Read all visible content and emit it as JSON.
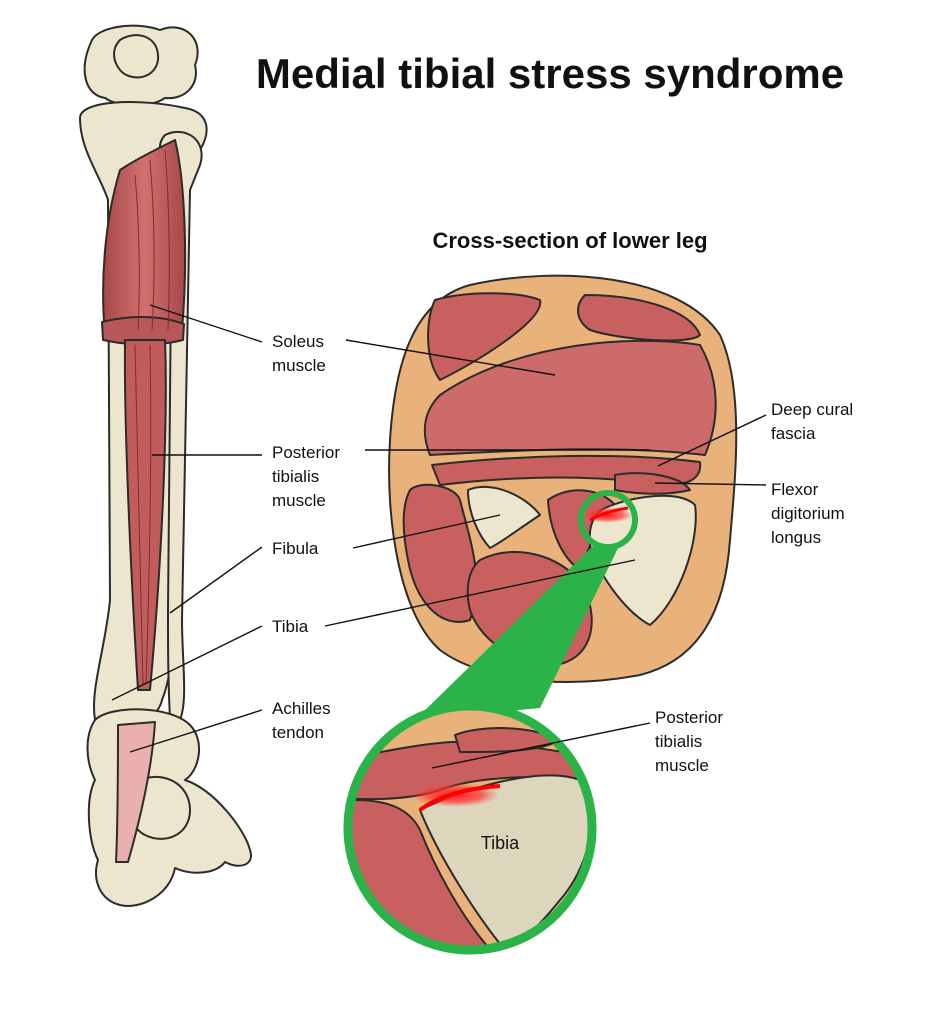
{
  "title": "Medial tibial stress syndrome",
  "subtitle": "Cross-section of lower leg",
  "labels": {
    "soleus": [
      "Soleus",
      "muscle"
    ],
    "posterior_tibialis": [
      "Posterior",
      "tibialis",
      "muscle"
    ],
    "fibula": "Fibula",
    "tibia": "Tibia",
    "achilles": [
      "Achilles",
      "tendon"
    ],
    "deep_cural_fascia": [
      "Deep cural",
      "fascia"
    ],
    "flexor_digitorum": [
      "Flexor",
      "digitorium",
      "longus"
    ],
    "zoom_posterior_tibialis": [
      "Posterior",
      "tibialis",
      "muscle"
    ],
    "zoom_tibia": "Tibia"
  },
  "colors": {
    "bone": "#ece6cf",
    "muscle": "#c96060",
    "fat": "#e8b27a",
    "highlight": "#2bb34a",
    "inflammation": "#ff1a1a"
  }
}
